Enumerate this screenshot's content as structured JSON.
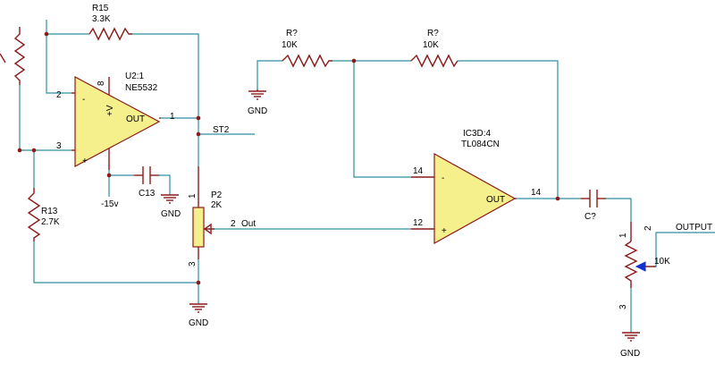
{
  "u2": {
    "ref": "U2:1",
    "part": "NE5532",
    "pin_minus": "2",
    "pin_plus": "3",
    "pin_out": "1",
    "pin_v": "8",
    "sym_minus": "-",
    "sym_plus": "+",
    "sym_v": "+V",
    "sym_out": "OUT"
  },
  "ic3": {
    "ref": "IC3D:4",
    "part": "TL084CN",
    "pin_minus": "14",
    "pin_plus": "12",
    "pin_out": "14",
    "sym_minus": "-",
    "sym_plus": "+",
    "sym_out": "OUT"
  },
  "r15": {
    "ref": "R15",
    "value": "3.3K"
  },
  "r13": {
    "ref": "R13",
    "value": "2.7K"
  },
  "r_in": {
    "ref": "R?",
    "value": "10K"
  },
  "r_fb": {
    "ref": "R?",
    "value": "10K"
  },
  "c13": {
    "ref": "C13"
  },
  "c_out": {
    "ref": "C?"
  },
  "p2": {
    "ref": "P2",
    "value": "2K",
    "pin1": "1",
    "pin2": "2",
    "pin3": "3",
    "net": "Out"
  },
  "vol": {
    "value": "10K",
    "pin1": "1",
    "pin2": "2",
    "pin3": "3"
  },
  "nets": {
    "st2": "ST2",
    "neg15": "-15v",
    "output": "OUTPUT",
    "pin_out_u2": "1",
    "pin_out_ic3": "14"
  },
  "gnd": {
    "label": "GND"
  },
  "colors": {
    "wire": "#2e8fa0",
    "part": "#8b1a1a",
    "body": "#f6f08c",
    "arrow": "#1030d0"
  }
}
